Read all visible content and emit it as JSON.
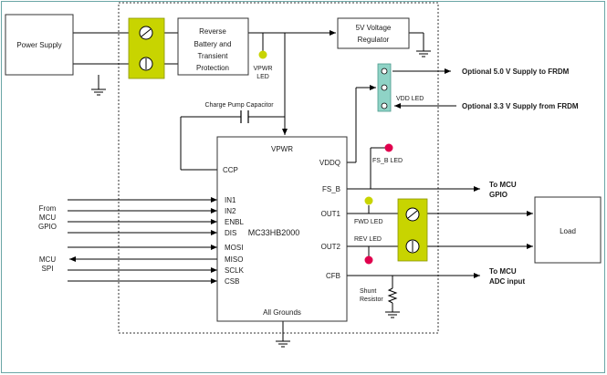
{
  "colors": {
    "terminal_fill": "#c8d400",
    "jumper_fill": "#8fd3c6",
    "led_green": "#c8d400",
    "led_red": "#e0004d",
    "frame": "#6aa6a6"
  },
  "blocks": {
    "power_supply": "Power Supply",
    "reverse_line1": "Reverse",
    "reverse_line2": "Battery and",
    "reverse_line3": "Transient",
    "reverse_line4": "Protection",
    "regulator_line1": "5V Voltage",
    "regulator_line2": "Regulator",
    "load": "Load",
    "chip_name": "MC33HB2000"
  },
  "labels": {
    "vpwr_led_1": "VPWR",
    "vpwr_led_2": "LED",
    "charge_pump": "Charge Pump Capacitor",
    "vdd_led": "VDD LED",
    "opt_5v": "Optional 5.0 V Supply to FRDM",
    "opt_3v": "Optional 3.3 V Supply from FRDM",
    "fsb_led": "FS_B LED",
    "fwd_led": "FWD LED",
    "rev_led": "REV LED",
    "to_mcu_gpio_1": "To MCU",
    "to_mcu_gpio_2": "GPIO",
    "to_mcu_adc_1": "To MCU",
    "to_mcu_adc_2": "ADC input",
    "from_mcu_1": "From",
    "from_mcu_2": "MCU",
    "from_mcu_3": "GPIO",
    "mcu_spi_1": "MCU",
    "mcu_spi_2": "SPI",
    "shunt_1": "Shunt",
    "shunt_2": "Resistor"
  },
  "pins": {
    "vpwr": "VPWR",
    "ccp": "CCP",
    "vddq": "VDDQ",
    "fs_b": "FS_B",
    "out1": "OUT1",
    "out2": "OUT2",
    "cfb": "CFB",
    "in1": "IN1",
    "in2": "IN2",
    "enbl": "ENBL",
    "dis": "DIS",
    "mosi": "MOSI",
    "miso": "MISO",
    "sclk": "SCLK",
    "csb": "CSB",
    "all_grounds": "All Grounds"
  }
}
